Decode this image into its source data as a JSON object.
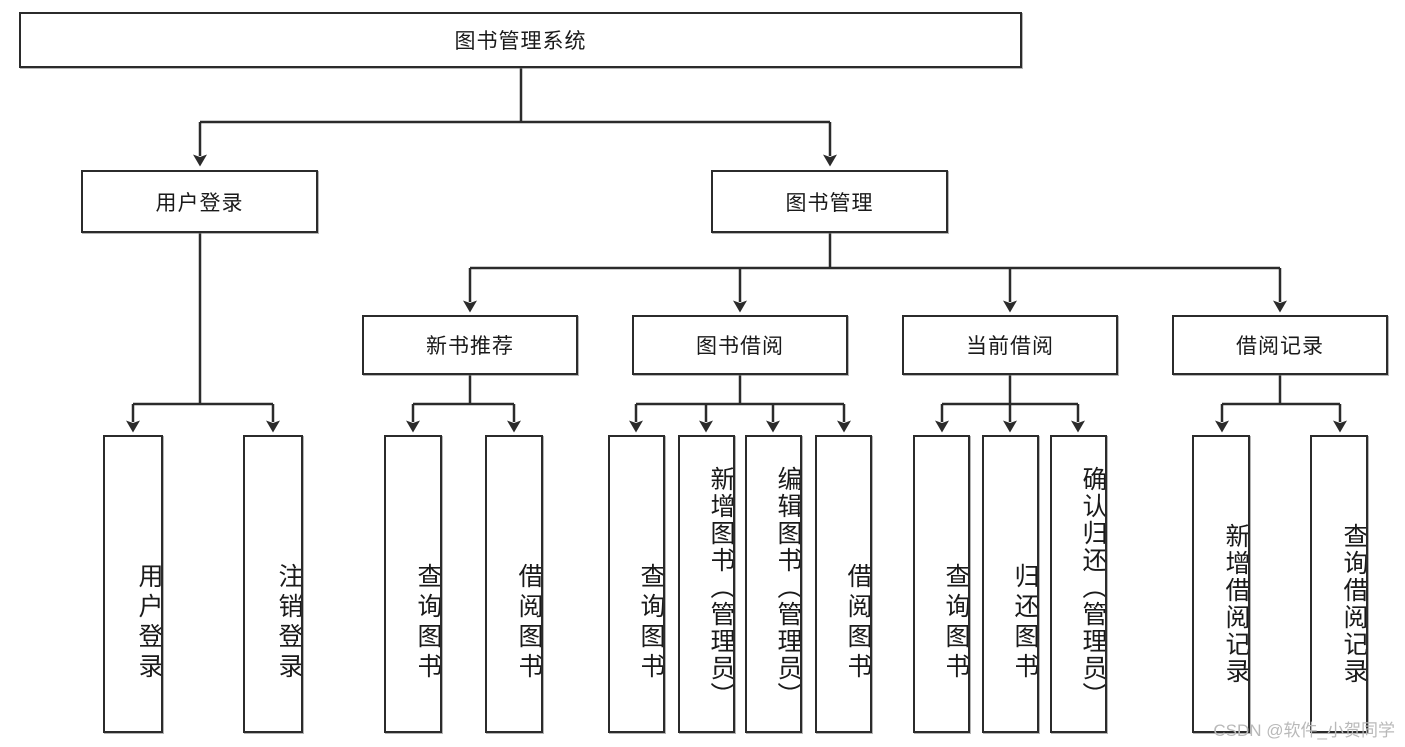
{
  "diagram": {
    "type": "tree",
    "title": "图书管理系统",
    "watermark": "CSDN @软件_小贺同学",
    "colors": {
      "box_border": "#2b2b2b",
      "box_fill": "#ffffff",
      "connector": "#2b2b2b",
      "text": "#1a1a1a",
      "watermark": "#b9b9b9"
    },
    "nodes": {
      "root": "图书管理系统",
      "level2": [
        "用户登录",
        "图书管理"
      ],
      "level3": [
        "新书推荐",
        "图书借阅",
        "当前借阅",
        "借阅记录"
      ],
      "leaves": {
        "user_login": [
          "用户登录",
          "注销登录"
        ],
        "new_book": [
          "查询图书",
          "借阅图书"
        ],
        "book_borrow": [
          "查询图书",
          "新增图书（管理员）",
          "编辑图书（管理员）",
          "借阅图书"
        ],
        "current_borrow": [
          "查询图书",
          "归还图书",
          "确认归还（管理员）"
        ],
        "borrow_record": [
          "新增借阅记录",
          "查询借阅记录"
        ]
      }
    }
  }
}
